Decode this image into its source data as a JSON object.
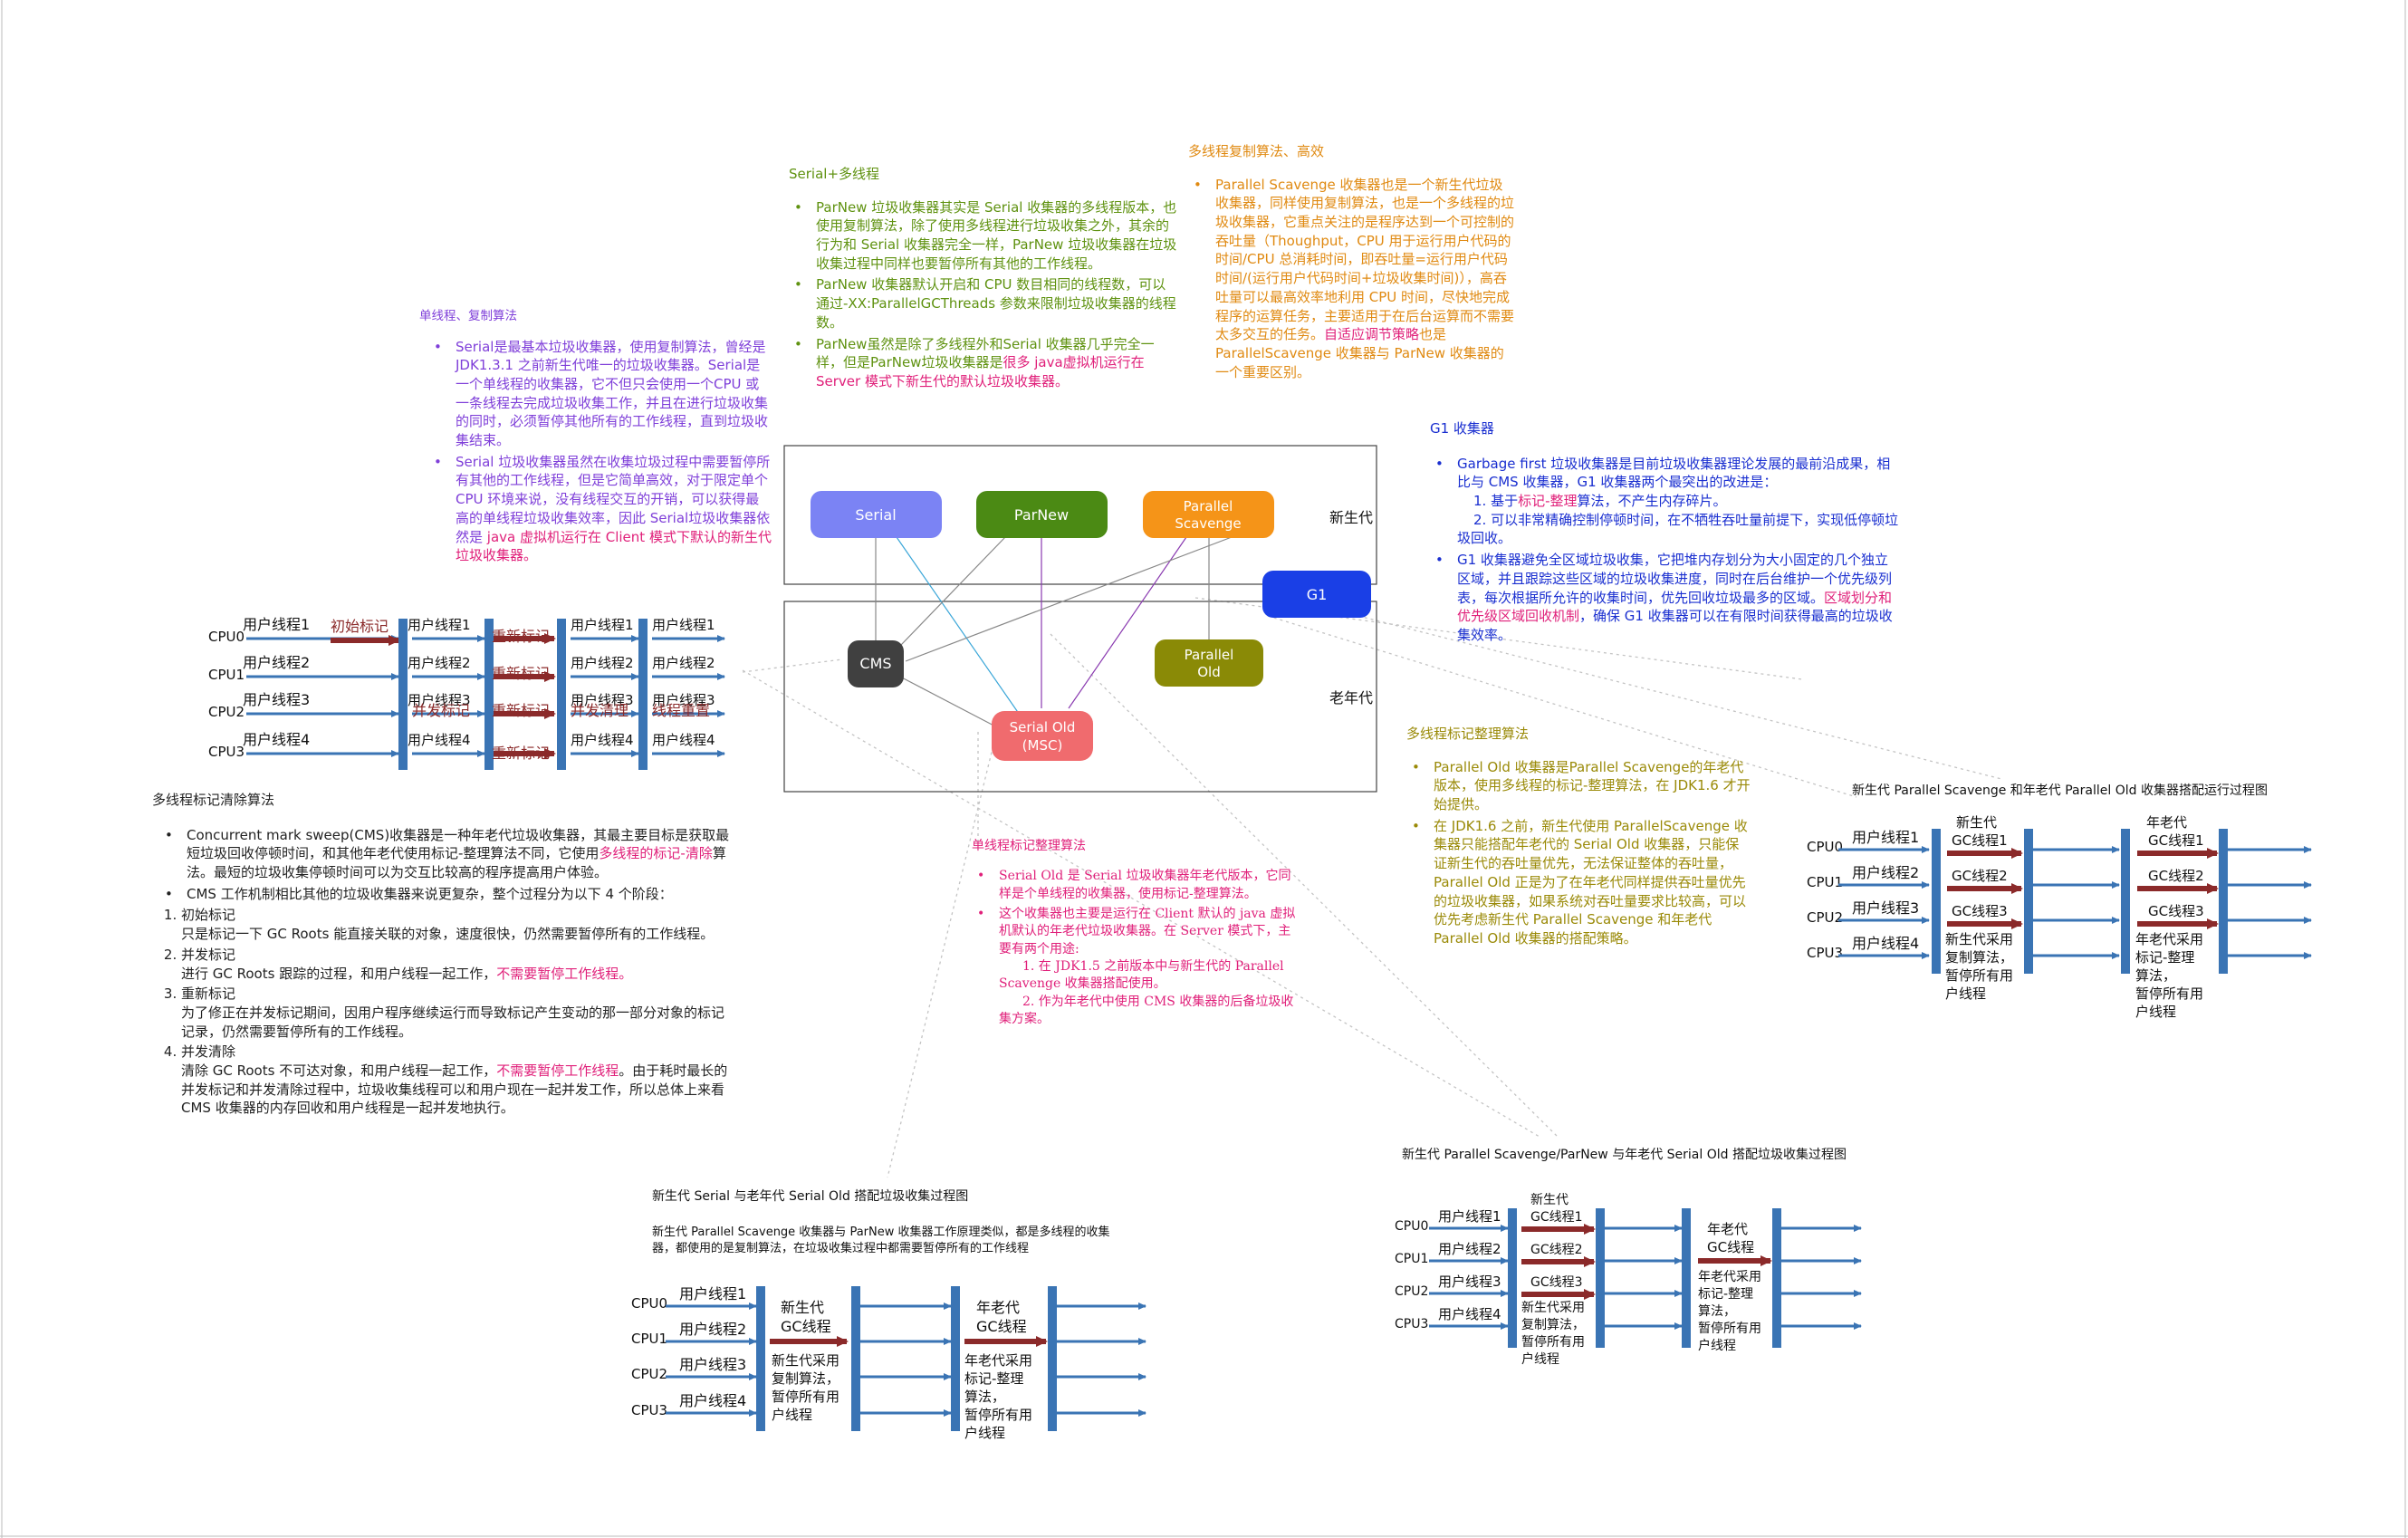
{
  "colors": {
    "serial_fill": "#7b83f4",
    "parnew_fill": "#4b8a14",
    "ps_fill": "#f59418",
    "g1_fill": "#1a3fe6",
    "cms_fill": "#404040",
    "pold_fill": "#8a8a06",
    "sold_fill": "#f06b6e",
    "bar": "#3a74b4",
    "arrow_red": "#8b2a2a",
    "purple_text": "#7f3fd9",
    "green_text": "#5f9210",
    "orange_text": "#e08a12",
    "blue_text": "#1a2fd0",
    "olive_text": "#9a8a08",
    "pink_text": "#e0207a",
    "black_text": "#222222"
  },
  "diagram": {
    "young_label": "新生代",
    "old_label": "老年代",
    "nodes": {
      "serial": "Serial",
      "parnew": "ParNew",
      "ps_line1": "Parallel",
      "ps_line2": "Scavenge",
      "g1": "G1",
      "cms": "CMS",
      "pold_line1": "Parallel",
      "pold_line2": "Old",
      "sold_line1": "Serial Old",
      "sold_line2": "(MSC)"
    }
  },
  "serial_note": {
    "heading": "单线程、复制算法",
    "item1": "Serial是最基本垃圾收集器，使用复制算法，曾经是JDK1.3.1 之前新生代唯一的垃圾收集器。Serial是一个单线程的收集器，它不但只会使用一个CPU 或一条线程去完成垃圾收集工作，并且在进行垃圾收集的同时，必须暂停其他所有的工作线程，直到垃圾收集结束。",
    "item2_pre": "Serial 垃圾收集器虽然在收集垃圾过程中需要暂停所有其他的工作线程，但是它简单高效，对于限定单个 CPU 环境来说，没有线程交互的开销，可以获得最高的单线程垃圾收集效率，因此 Serial垃圾收集器依然是 ",
    "item2_hl": "java 虚拟机运行在 Client 模式下默认的新生代垃圾收集器。"
  },
  "parnew_note": {
    "heading": "Serial+多线程",
    "item1": "ParNew 垃圾收集器其实是 Serial 收集器的多线程版本，也使用复制算法，除了使用多线程进行垃圾收集之外，其余的行为和 Serial 收集器完全一样，ParNew 垃圾收集器在垃圾收集过程中同样也要暂停所有其他的工作线程。",
    "item2": "ParNew 收集器默认开启和 CPU 数目相同的线程数，可以通过-XX:ParallelGCThreads 参数来限制垃圾收集器的线程数。",
    "item3_pre": "ParNew虽然是除了多线程外和Serial 收集器几乎完全一样，但是ParNew垃圾收集器是",
    "item3_hl": "很多 java虚拟机运行在 Server 模式下新生代的默认垃圾收集器。"
  },
  "ps_note": {
    "heading": "多线程复制算法、高效",
    "item1_pre": "Parallel Scavenge 收集器也是一个新生代垃圾收集器，同样使用复制算法，也是一个多线程的垃圾收集器，它重点关注的是程序达到一个可控制的吞吐量（Thoughput，CPU 用于运行用户代码的时间/CPU 总消耗时间，即吞吐量=运行用户代码时间/(运行用户代码时间+垃圾收集时间)），高吞吐量可以最高效率地利用 CPU 时间，尽快地完成程序的运算任务，主要适用于在后台运算而不需要太多交互的任务。",
    "item1_hl": "自适应调节策略",
    "item1_post": "也是ParallelScavenge 收集器与 ParNew 收集器的一个重要区别。"
  },
  "g1_note": {
    "heading": "G1 收集器",
    "item1_pre": "Garbage first 垃圾收集器是目前垃圾收集器理论发展的最前沿成果，相比与 CMS 收集器，G1 收集器两个最突出的改进是：",
    "item1_sub1_pre": "1. 基于",
    "item1_sub1_hl": "标记-整理",
    "item1_sub1_post": "算法，不产生内存碎片。",
    "item1_sub2": "2. 可以非常精确控制停顿时间，在不牺牲吞吐量前提下，实现低停顿垃圾回收。",
    "item2_pre": "G1 收集器避免全区域垃圾收集，它把堆内存划分为大小固定的几个独立区域，并且跟踪这些区域的垃圾收集进度，同时在后台维护一个优先级列表，每次根据所允许的收集时间，优先回收垃圾最多的区域。",
    "item2_hl": "区域划分和优先级区域回收机制",
    "item2_post": "，确保 G1 收集器可以在有限时间获得最高的垃圾收集效率。"
  },
  "pold_note": {
    "heading": "多线程标记整理算法",
    "item1": "Parallel Old 收集器是Parallel Scavenge的年老代版本，使用多线程的标记-整理算法，在 JDK1.6 才开始提供。",
    "item2": "在 JDK1.6 之前，新生代使用 ParallelScavenge 收集器只能搭配年老代的 Serial Old 收集器，只能保证新生代的吞吐量优先，无法保证整体的吞吐量，Parallel Old 正是为了在年老代同样提供吞吐量优先的垃圾收集器，如果系统对吞吐量要求比较高，可以优先考虑新生代 Parallel Scavenge 和年老代 Parallel Old 收集器的搭配策略。"
  },
  "sold_note": {
    "heading": "单线程标记整理算法",
    "item1": "Serial Old 是 Serial 垃圾收集器年老代版本，它同样是个单线程的收集器，使用标记-整理算法。",
    "item2": "这个收集器也主要是运行在 Client 默认的 java 虚拟机默认的年老代垃圾收集器。在 Server 模式下，主要有两个用途:",
    "sub1": "1. 在 JDK1.5 之前版本中与新生代的 Parallel Scavenge 收集器搭配使用。",
    "sub2": "2. 作为年老代中使用 CMS 收集器的后备垃圾收集方案。"
  },
  "cms_note": {
    "heading": "多线程标记清除算法",
    "b1_pre": "Concurrent mark sweep(CMS)收集器是一种年老代垃圾收集器，其最主要目标是获取最短垃圾回收停顿时间，和其他年老代使用标记-整理算法不同，它使用",
    "b1_hl": "多线程的标记-清除",
    "b1_post": "算法。最短的垃圾收集停顿时间可以为交互比较高的程序提高用户体验。",
    "b2": "CMS 工作机制相比其他的垃圾收集器来说更复杂，整个过程分为以下 4 个阶段：",
    "s1_title": "初始标记",
    "s1_body": "只是标记一下 GC Roots 能直接关联的对象，速度很快，仍然需要暂停所有的工作线程。",
    "s2_title": "并发标记",
    "s2_body_pre": "进行 GC Roots 跟踪的过程，和用户线程一起工作，",
    "s2_body_hl": "不需要暂停工作线程。",
    "s3_title": "重新标记",
    "s3_body": "为了修正在并发标记期间，因用户程序继续运行而导致标记产生变动的那一部分对象的标记记录，仍然需要暂停所有的工作线程。",
    "s4_title": "并发清除",
    "s4_body_pre": "清除 GC Roots 不可达对象，和用户线程一起工作，",
    "s4_body_hl": "不需要暂停工作线程",
    "s4_body_post": "。由于耗时最长的并发标记和并发清除过程中，垃圾收集线程可以和用户现在一起并发工作，所以总体上来看CMS 收集器的内存回收和用户线程是一起并发地执行。"
  },
  "serial_flow": {
    "title": "新生代 Serial 与老年代 Serial Old 搭配垃圾收集过程图",
    "desc": "新生代 Parallel Scavenge 收集器与 ParNew 收集器工作原理类似，都是多线程的收集器，都使用的是复制算法，在垃圾收集过程中都需要暂停所有的工作线程"
  },
  "ps_po_title": "新生代 Parallel Scavenge 和年老代 Parallel Old 收集器搭配运行过程图",
  "ps_so_title": "新生代 Parallel Scavenge/ParNew 与年老代 Serial Old 搭配垃圾收集过程图",
  "thread_labels": {
    "cpu": [
      "CPU0",
      "CPU1",
      "CPU2",
      "CPU3"
    ],
    "user": [
      "用户线程1",
      "用户线程2",
      "用户线程3",
      "用户线程4"
    ],
    "young_gc": [
      "新生代",
      "GC线程"
    ],
    "old_gc": [
      "年老代",
      "GC线程"
    ],
    "young_multi_gc": [
      "新生代",
      "GC线程1",
      "GC线程2",
      "GC线程3"
    ],
    "young_pause": [
      "新生代采用",
      "复制算法，",
      "暂停所有用",
      "户线程"
    ],
    "old_pause": [
      "年老代采用",
      "标记-整理",
      "算法，",
      "暂停所有用",
      "户线程"
    ],
    "old_multi_gc": [
      "年老代",
      "GC线程1",
      "GC线程2",
      "GC线程3"
    ],
    "old_pause_short": [
      "年老代采用",
      "标记-整理",
      "算法，",
      "暂停所有用",
      "户线程"
    ],
    "cms_phases": [
      "初始标记",
      "重新标记",
      "重新标记",
      "并发标记",
      "重新标记",
      "并发清理",
      "线程重置",
      "重新标记"
    ]
  }
}
